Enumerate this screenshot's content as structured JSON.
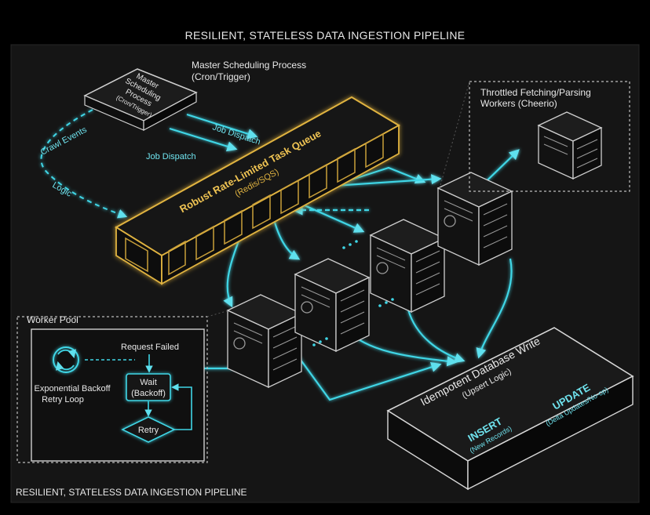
{
  "title": "RESILIENT, STATELESS DATA INGESTION PIPELINE",
  "footer": "RESILIENT, STATELESS DATA INGESTION PIPELINE",
  "master": {
    "box_line1": "Master",
    "box_line2": "Scheduling",
    "box_line3": "Process",
    "box_line4": "(Cron/Trigger)",
    "label_line1": "Master Scheduling Process",
    "label_line2": "(Cron/Trigger)"
  },
  "arrows": {
    "job_dispatch_1": "Job Dispatch",
    "job_dispatch_2": "Job Dispatch",
    "crawl_events": "Crawl Events",
    "logic": "Logic"
  },
  "queue": {
    "line1": "Robust Rate-Limited Task Queue",
    "line2": "(Redis/SQS)"
  },
  "throttled": {
    "line1": "Throttled Fetching/Parsing",
    "line2": "Workers (Cheerio)"
  },
  "worker_pool": {
    "title": "Worker Pool",
    "request_failed": "Request Failed",
    "backoff_line1": "Exponential Backoff",
    "backoff_line2": "Retry Loop",
    "wait_line1": "Wait",
    "wait_line2": "(Backoff)",
    "retry": "Retry"
  },
  "database": {
    "line1": "Idempotent Database Write",
    "line2": "(Upsert Logic)",
    "insert": "INSERT",
    "insert_sub": "(New Records)",
    "update": "UPDATE",
    "update_sub": "(Delta Updates/No-op)"
  },
  "colors": {
    "background": "#000000",
    "panel": "#161616",
    "accent_cyan": "#3fd6e6",
    "queue_gold": "#e0b341",
    "stroke_light": "#d8d8d8"
  }
}
